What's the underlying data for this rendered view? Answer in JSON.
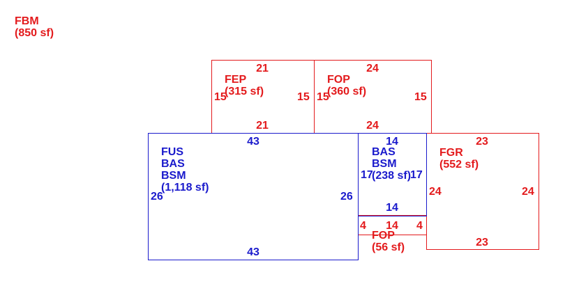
{
  "fbm": {
    "code": "FBM",
    "area": "(850 sf)"
  },
  "fep": {
    "code": "FEP",
    "area": "(315 sf)",
    "top": "21",
    "bottom": "21",
    "left": "15",
    "right": "15"
  },
  "fop_top": {
    "code": "FOP",
    "area": "(360 sf)",
    "top": "24",
    "bottom": "24",
    "left": "15",
    "right": "15"
  },
  "main": {
    "line1": "FUS",
    "line2": "BAS",
    "line3": "BSM",
    "area": "(1,118 sf)",
    "top": "43",
    "bottom": "43",
    "left": "26",
    "right": "26"
  },
  "bas_small": {
    "line1": "BAS",
    "line2": "BSM",
    "area": "(238 sf)",
    "top": "14",
    "bottom": "14",
    "left": "17",
    "right": "17"
  },
  "fgr": {
    "code": "FGR",
    "area": "(552 sf)",
    "top": "23",
    "bottom": "23",
    "left": "24",
    "right": "24"
  },
  "fop_small": {
    "code": "FOP",
    "area": "(56 sf)",
    "top": "14",
    "left": "4",
    "right": "4"
  },
  "colors": {
    "red": "#e31a1c",
    "blue": "#1a1acc"
  }
}
